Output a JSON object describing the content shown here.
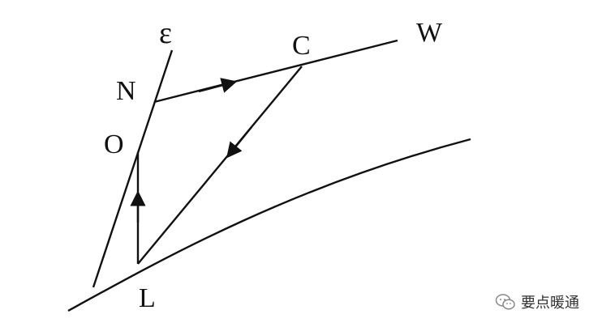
{
  "labels": {
    "epsilon": "ε",
    "c": "C",
    "w": "W",
    "n": "N",
    "o": "O",
    "l": "L"
  },
  "watermark": {
    "text": "要点暖通",
    "icon": "wechat-icon"
  },
  "colors": {
    "stroke": "#111111",
    "background": "#ffffff"
  }
}
